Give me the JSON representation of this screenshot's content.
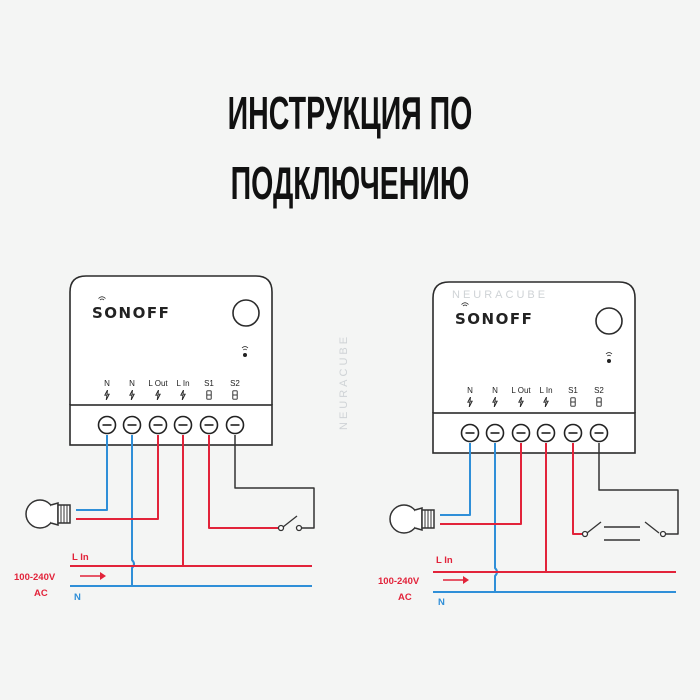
{
  "page": {
    "title": "ИНСТРУКЦИЯ ПО ПОДКЛЮЧЕНИЮ",
    "watermark": "NEURACUBE"
  },
  "colors": {
    "live": "#e2233a",
    "neutral": "#2f8fd8",
    "switch_wire": "#333333",
    "device_outline": "#2b2b2b",
    "background": "#f4f5f4"
  },
  "diagrams": [
    {
      "id": "single-switch",
      "brand": "SONOFF",
      "terminals": [
        "N",
        "N",
        "L Out",
        "L In",
        "S1",
        "S2"
      ],
      "line_label": "L In",
      "neutral_label": "N",
      "supply_label": "100-240V",
      "supply_sub": "AC",
      "switch_type": "single switch"
    },
    {
      "id": "two-way-switch",
      "brand": "SONOFF",
      "terminals": [
        "N",
        "N",
        "L Out",
        "L In",
        "S1",
        "S2"
      ],
      "line_label": "L In",
      "neutral_label": "N",
      "supply_label": "100-240V",
      "supply_sub": "AC",
      "switch_type": "two-way switch"
    }
  ],
  "icons": [
    "wifi-icon",
    "lightning-icon",
    "switch-terminal-icon",
    "light-bulb-icon",
    "arrow-icon"
  ]
}
